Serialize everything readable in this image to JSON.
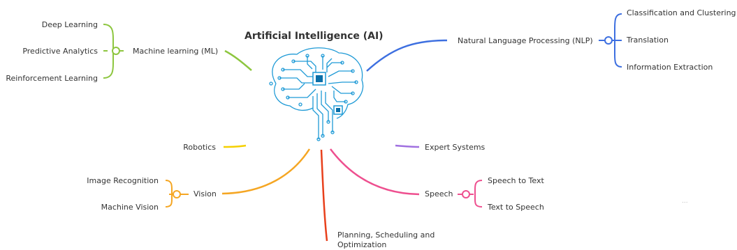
{
  "central": {
    "title": "Artificial Intelligence (AI)",
    "icon": "brain-circuit-icon",
    "icon_color": "#1e9ad6",
    "chip_color": "#0b6fa8"
  },
  "branches": {
    "ml": {
      "label": "Machine learning (ML)",
      "color": "#8dc63f",
      "children": [
        "Deep Learning",
        "Predictive Analytics",
        "Reinforcement Learning"
      ]
    },
    "nlp": {
      "label": "Natural Language Processing (NLP)",
      "color": "#3d6fe0",
      "children": [
        "Classification and Clustering",
        "Translation",
        "Information Extraction"
      ]
    },
    "robotics": {
      "label": "Robotics",
      "color": "#f5d000"
    },
    "vision": {
      "label": "Vision",
      "color": "#f5a623",
      "children": [
        "Image Recognition",
        "Machine Vision"
      ]
    },
    "planning": {
      "label": "Planning, Scheduling and Optimization",
      "line1": "Planning, Scheduling and",
      "line2": "Optimization",
      "color": "#e8401c"
    },
    "expert": {
      "label": "Expert Systems",
      "color": "#a070e0"
    },
    "speech": {
      "label": "Speech",
      "color": "#ee4f8f",
      "children": [
        "Speech to Text",
        "Text to Speech"
      ]
    }
  },
  "more_indicator": "..."
}
